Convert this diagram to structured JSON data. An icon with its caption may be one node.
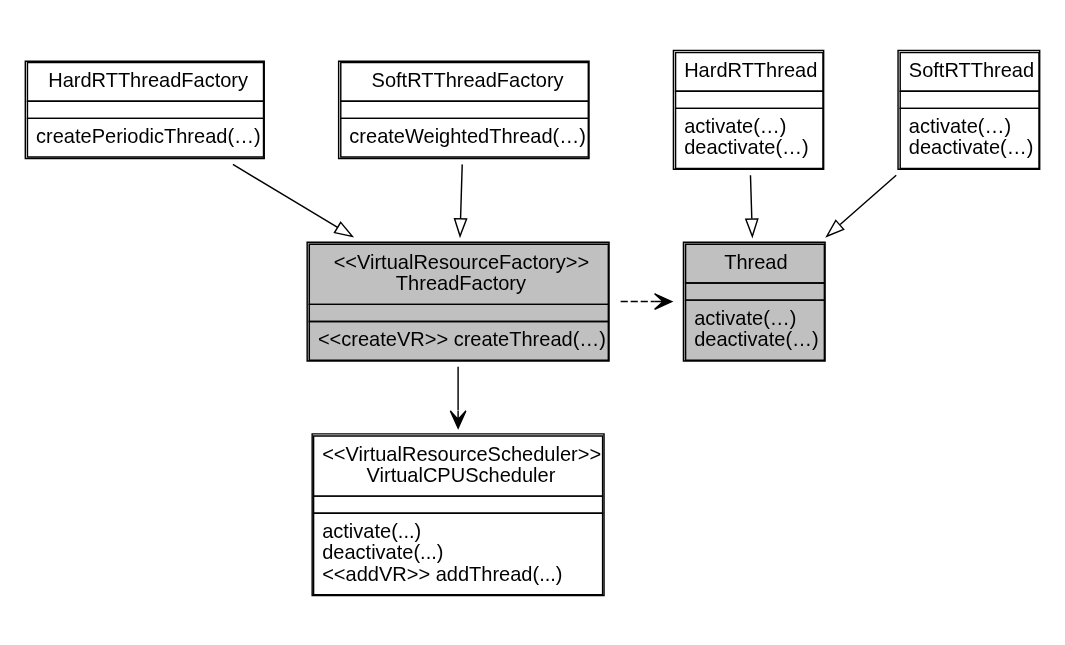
{
  "diagram": {
    "nodes": [
      {
        "text": [
          "<<VirtualResourceFactory>>",
          "ThreadFactory",
          "<<createVR>> createThread(…)"
        ]
      },
      {
        "text": [
          "Thread",
          "activate(…)",
          "deactivate(…)"
        ]
      },
      {
        "text": [
          "<<VirtualResourceScheduler>>",
          "VirtualCPUScheduler",
          "activate(...)",
          "deactivate(...)",
          "<<addVR>> addThread(...)"
        ]
      },
      {
        "text": [
          "HardRTThreadFactory",
          "createPeriodicThread(…)"
        ]
      },
      {
        "text": [
          "HardRTThread",
          "activate(…)",
          "deactivate(…)"
        ]
      },
      {
        "text": [
          "SoftRTThreadFactory",
          "createWeightedThread(…)"
        ]
      },
      {
        "text": [
          "SoftRTThread",
          "activate(…)",
          "deactivate(…)"
        ]
      }
    ],
    "edges": [
      {
        "from": 0,
        "to": 2,
        "arrow": "to"
      },
      {
        "from": 0,
        "to": 1,
        "arrow": "to",
        "style": "dashed"
      },
      {
        "from": 3,
        "to": 0,
        "arrow": "to"
      },
      {
        "from": 5,
        "to": 0,
        "arrow": "to"
      },
      {
        "from": 4,
        "to": 1,
        "arrow": "to"
      },
      {
        "from": 6,
        "to": 1,
        "arrow": "to"
      }
    ]
  }
}
